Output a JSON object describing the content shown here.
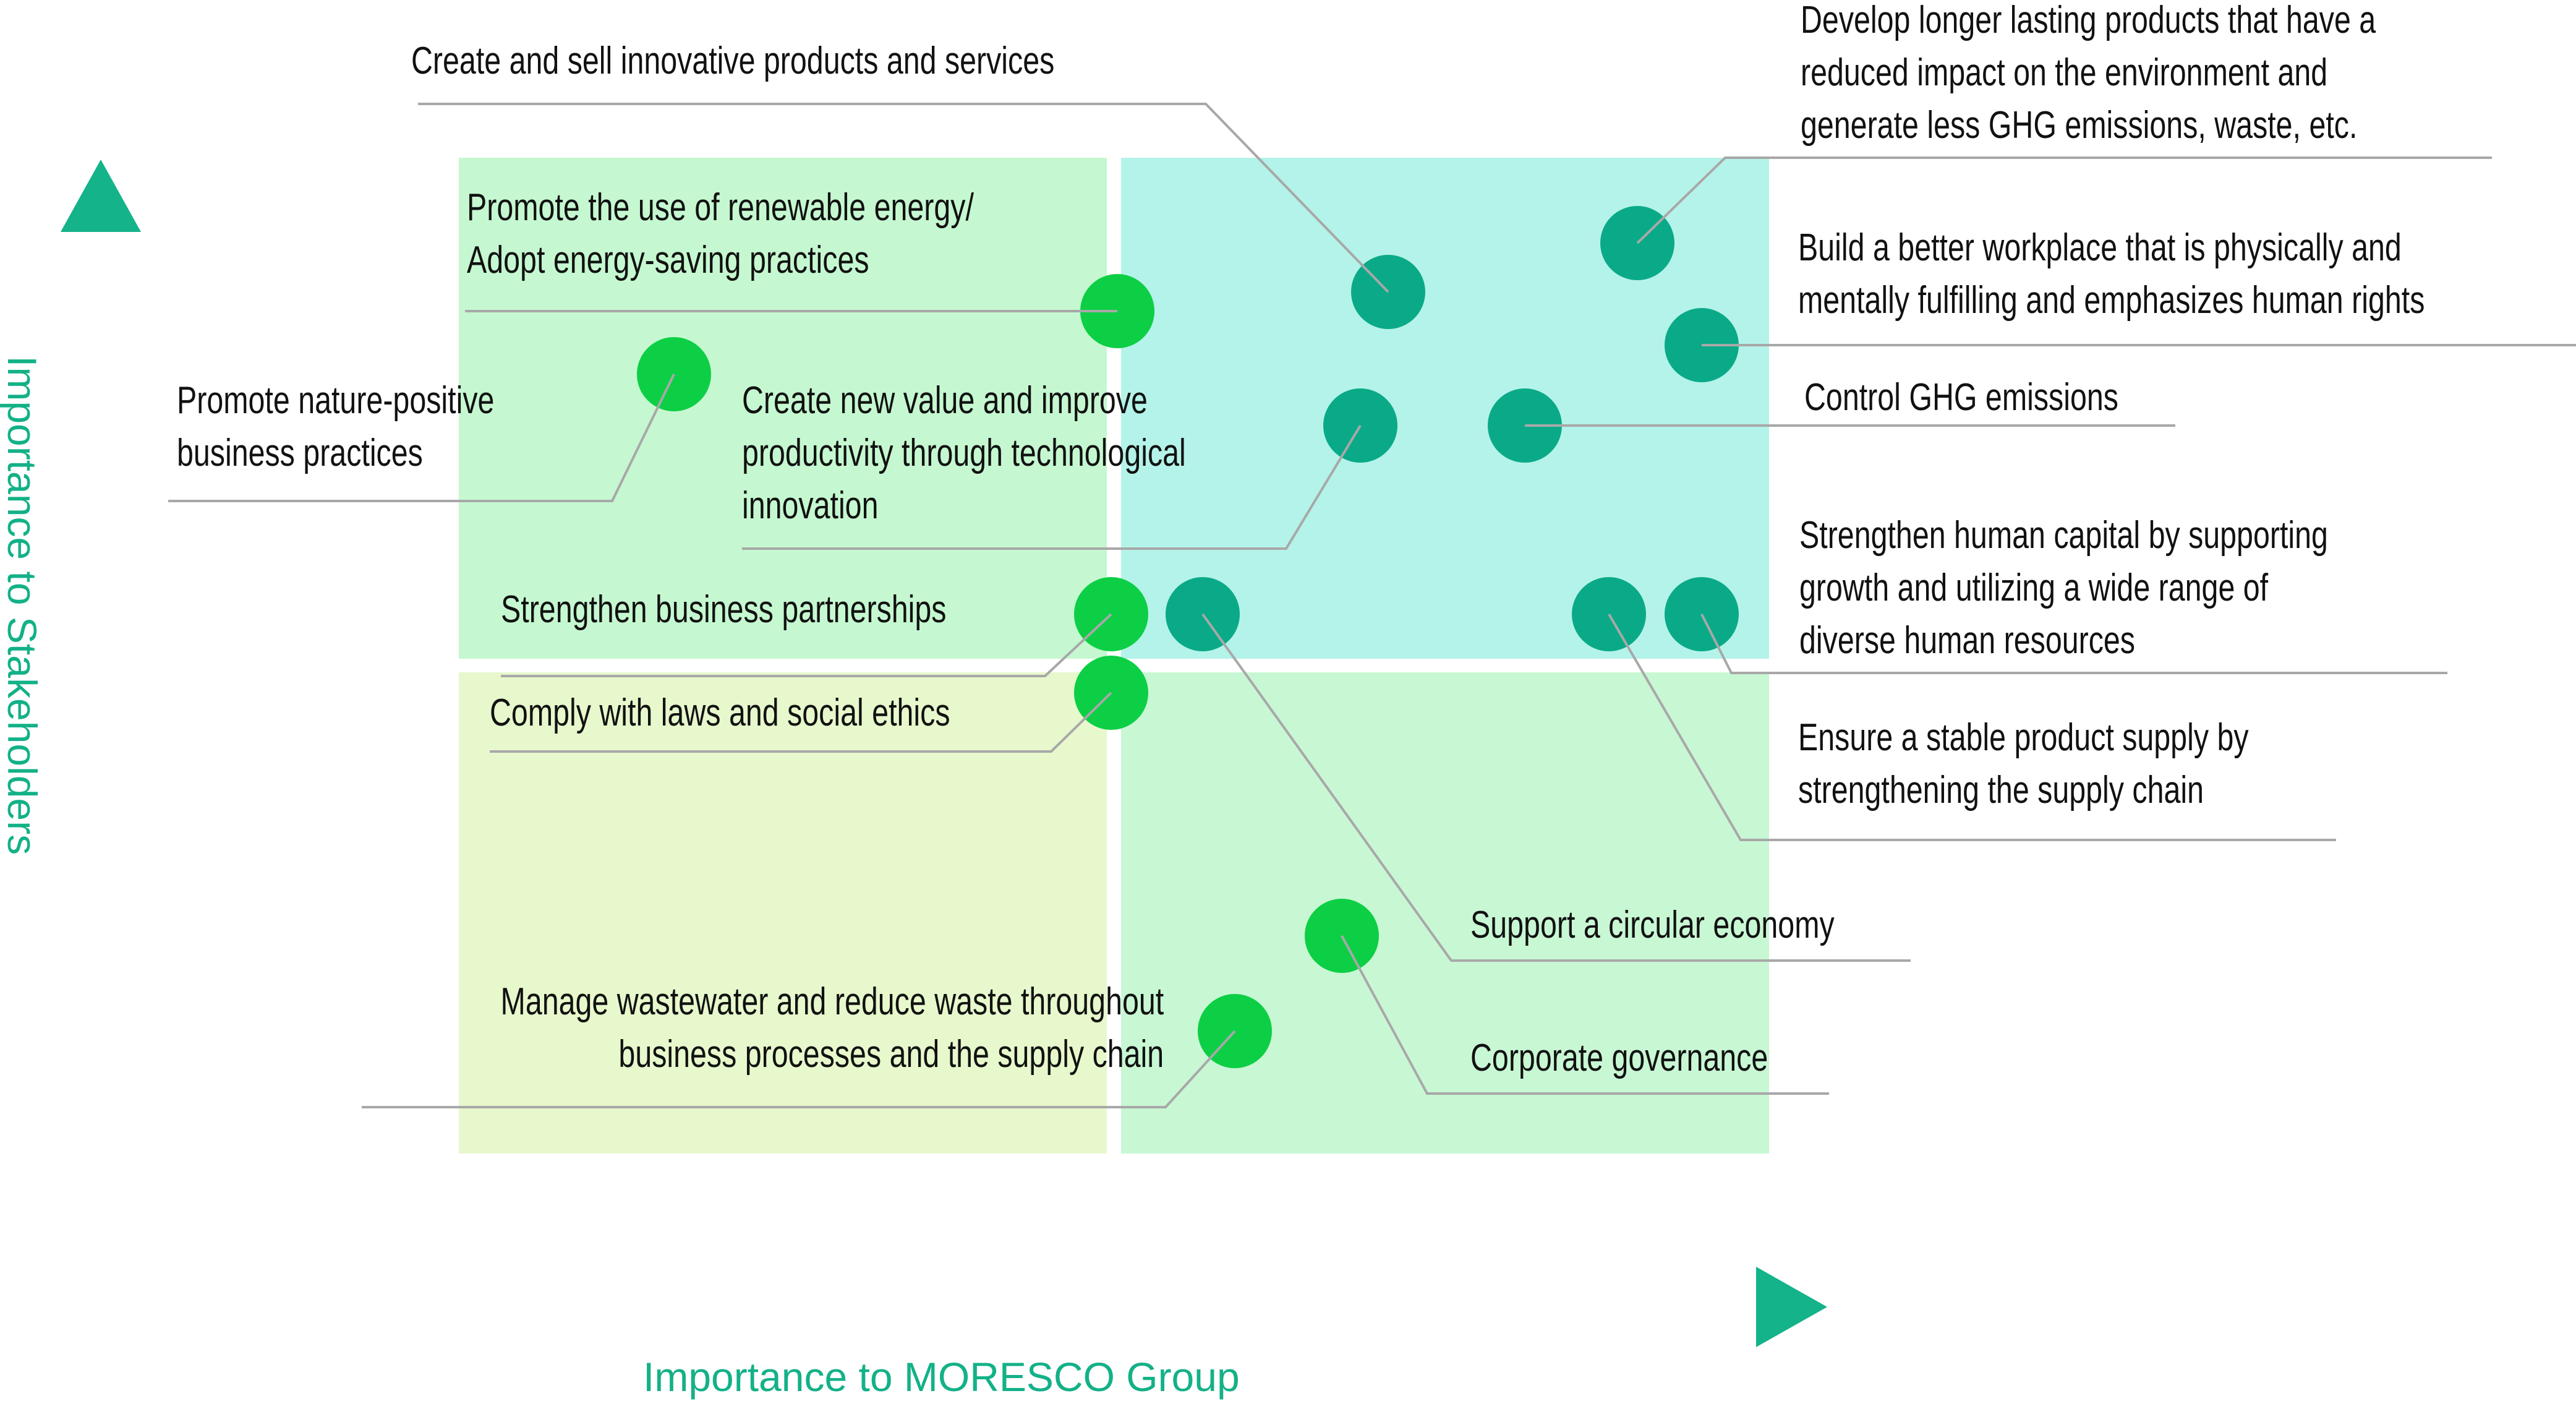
{
  "axes": {
    "x_label": "Importance to  MORESCO Group",
    "y_label": "Importance to Stakeholders"
  },
  "colors": {
    "axis_start": "#7dd30e",
    "axis_mid": "#22c83a",
    "axis_end": "#14b38a",
    "q_top_left": "#c5f8d0",
    "q_top_right": "#b4f3e9",
    "q_bottom_left": "#e7f8cc",
    "q_bottom_right": "#c8f7d4",
    "dot_teal": "#0aaa88",
    "dot_green": "#0ccf45",
    "leader": "#a8a8a8",
    "axis_text": "#13b187"
  },
  "issues": [
    {
      "id": "innovative-products",
      "label": "Create and sell innovative products and services",
      "color": "teal"
    },
    {
      "id": "longer-lasting-products",
      "label": "Develop longer lasting products that have a\nreduced impact on the environment and\ngenerate less GHG emissions, waste, etc.",
      "color": "teal"
    },
    {
      "id": "renewable-energy",
      "label": "Promote the use of renewable energy/\nAdopt energy-saving practices",
      "color": "green"
    },
    {
      "id": "better-workplace",
      "label": "Build a better workplace that is physically and\nmentally fulfilling and emphasizes human rights",
      "color": "teal"
    },
    {
      "id": "nature-positive",
      "label": "Promote nature-positive\nbusiness practices",
      "color": "green"
    },
    {
      "id": "technological-innovation",
      "label": "Create new value and improve\nproductivity through technological\ninnovation",
      "color": "teal"
    },
    {
      "id": "ghg-emissions",
      "label": "Control GHG emissions",
      "color": "teal"
    },
    {
      "id": "human-capital",
      "label": "Strengthen human capital by supporting\ngrowth and utilizing a wide range of\ndiverse human resources",
      "color": "teal"
    },
    {
      "id": "business-partnerships",
      "label": "Strengthen business partnerships",
      "color": "green"
    },
    {
      "id": "laws-ethics",
      "label": "Comply with laws and social ethics",
      "color": "green"
    },
    {
      "id": "supply-chain",
      "label": "Ensure a stable product supply by\nstrengthening the supply chain",
      "color": "teal"
    },
    {
      "id": "circular-economy",
      "label": "Support a circular economy",
      "color": "teal"
    },
    {
      "id": "corporate-governance",
      "label": "Corporate governance",
      "color": "green"
    },
    {
      "id": "wastewater",
      "label": "Manage wastewater and reduce waste throughout\nbusiness processes and the supply chain",
      "color": "green"
    }
  ]
}
